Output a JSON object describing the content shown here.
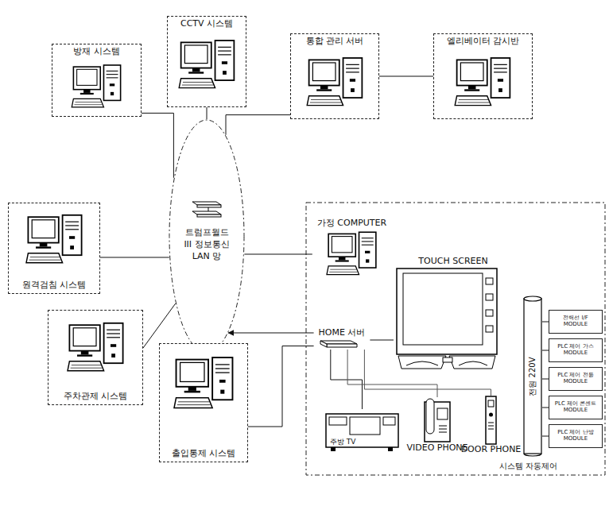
{
  "diagram": {
    "nodes": [
      {
        "text": [
          "방재 시스템"
        ]
      },
      {
        "text": [
          "CCTV 시스템"
        ]
      },
      {
        "text": [
          "통합 관리 서버"
        ]
      },
      {
        "text": [
          "엘리베이터 감시반"
        ]
      },
      {
        "text": [
          "원격검침 시스템"
        ]
      },
      {
        "text": [
          "트럼프월드III 정보통신 LAN 망"
        ]
      },
      {
        "text": [
          "가정 COMPUTER"
        ]
      },
      {
        "text": [
          "TOUCH SCREEN"
        ]
      },
      {
        "text": [
          "HOME 서버"
        ]
      },
      {
        "text": [
          "주차관제 시스템"
        ]
      },
      {
        "text": [
          "출입통제 시스템"
        ]
      },
      {
        "text": [
          "주방 TV"
        ]
      },
      {
        "text": [
          "VIDEO PHONE"
        ]
      },
      {
        "text": [
          "DOOR PHONE"
        ]
      },
      {
        "text": [
          "전원 220V"
        ]
      },
      {
        "text": [
          "전력선 I/F MODULE"
        ]
      },
      {
        "text": [
          "PLC 제어 가스 MODULE"
        ]
      },
      {
        "text": [
          "PLC 제어 전등 MODULE"
        ]
      },
      {
        "text": [
          "PLC 제어 콘센트 MODULE"
        ]
      },
      {
        "text": [
          "PLC 제어 난방 MODULE"
        ]
      }
    ],
    "edges": [
      {
        "from": 0,
        "to": 5,
        "arrow": "none"
      },
      {
        "from": 1,
        "to": 5,
        "arrow": "none"
      },
      {
        "from": 2,
        "to": 5,
        "arrow": "none"
      },
      {
        "from": 2,
        "to": 3,
        "arrow": "none"
      },
      {
        "from": 4,
        "to": 5,
        "arrow": "none"
      },
      {
        "from": 5,
        "to": 6,
        "arrow": "none"
      },
      {
        "from": 8,
        "to": 5,
        "arrow": "to"
      },
      {
        "from": 9,
        "to": 5,
        "arrow": "none"
      },
      {
        "from": 10,
        "to": 8,
        "arrow": "none"
      },
      {
        "from": 8,
        "to": 7,
        "arrow": "none"
      },
      {
        "from": 8,
        "to": 11,
        "arrow": "none"
      },
      {
        "from": 8,
        "to": 12,
        "arrow": "none"
      },
      {
        "from": 8,
        "to": 13,
        "arrow": "none"
      },
      {
        "from": 15,
        "to": 14,
        "arrow": "none"
      },
      {
        "from": 16,
        "to": 14,
        "arrow": "none"
      },
      {
        "from": 17,
        "to": 14,
        "arrow": "none"
      },
      {
        "from": 18,
        "to": 14,
        "arrow": "none"
      },
      {
        "from": 19,
        "to": 14,
        "arrow": "none"
      }
    ],
    "labels": [
      "시스템 자동제어"
    ]
  }
}
